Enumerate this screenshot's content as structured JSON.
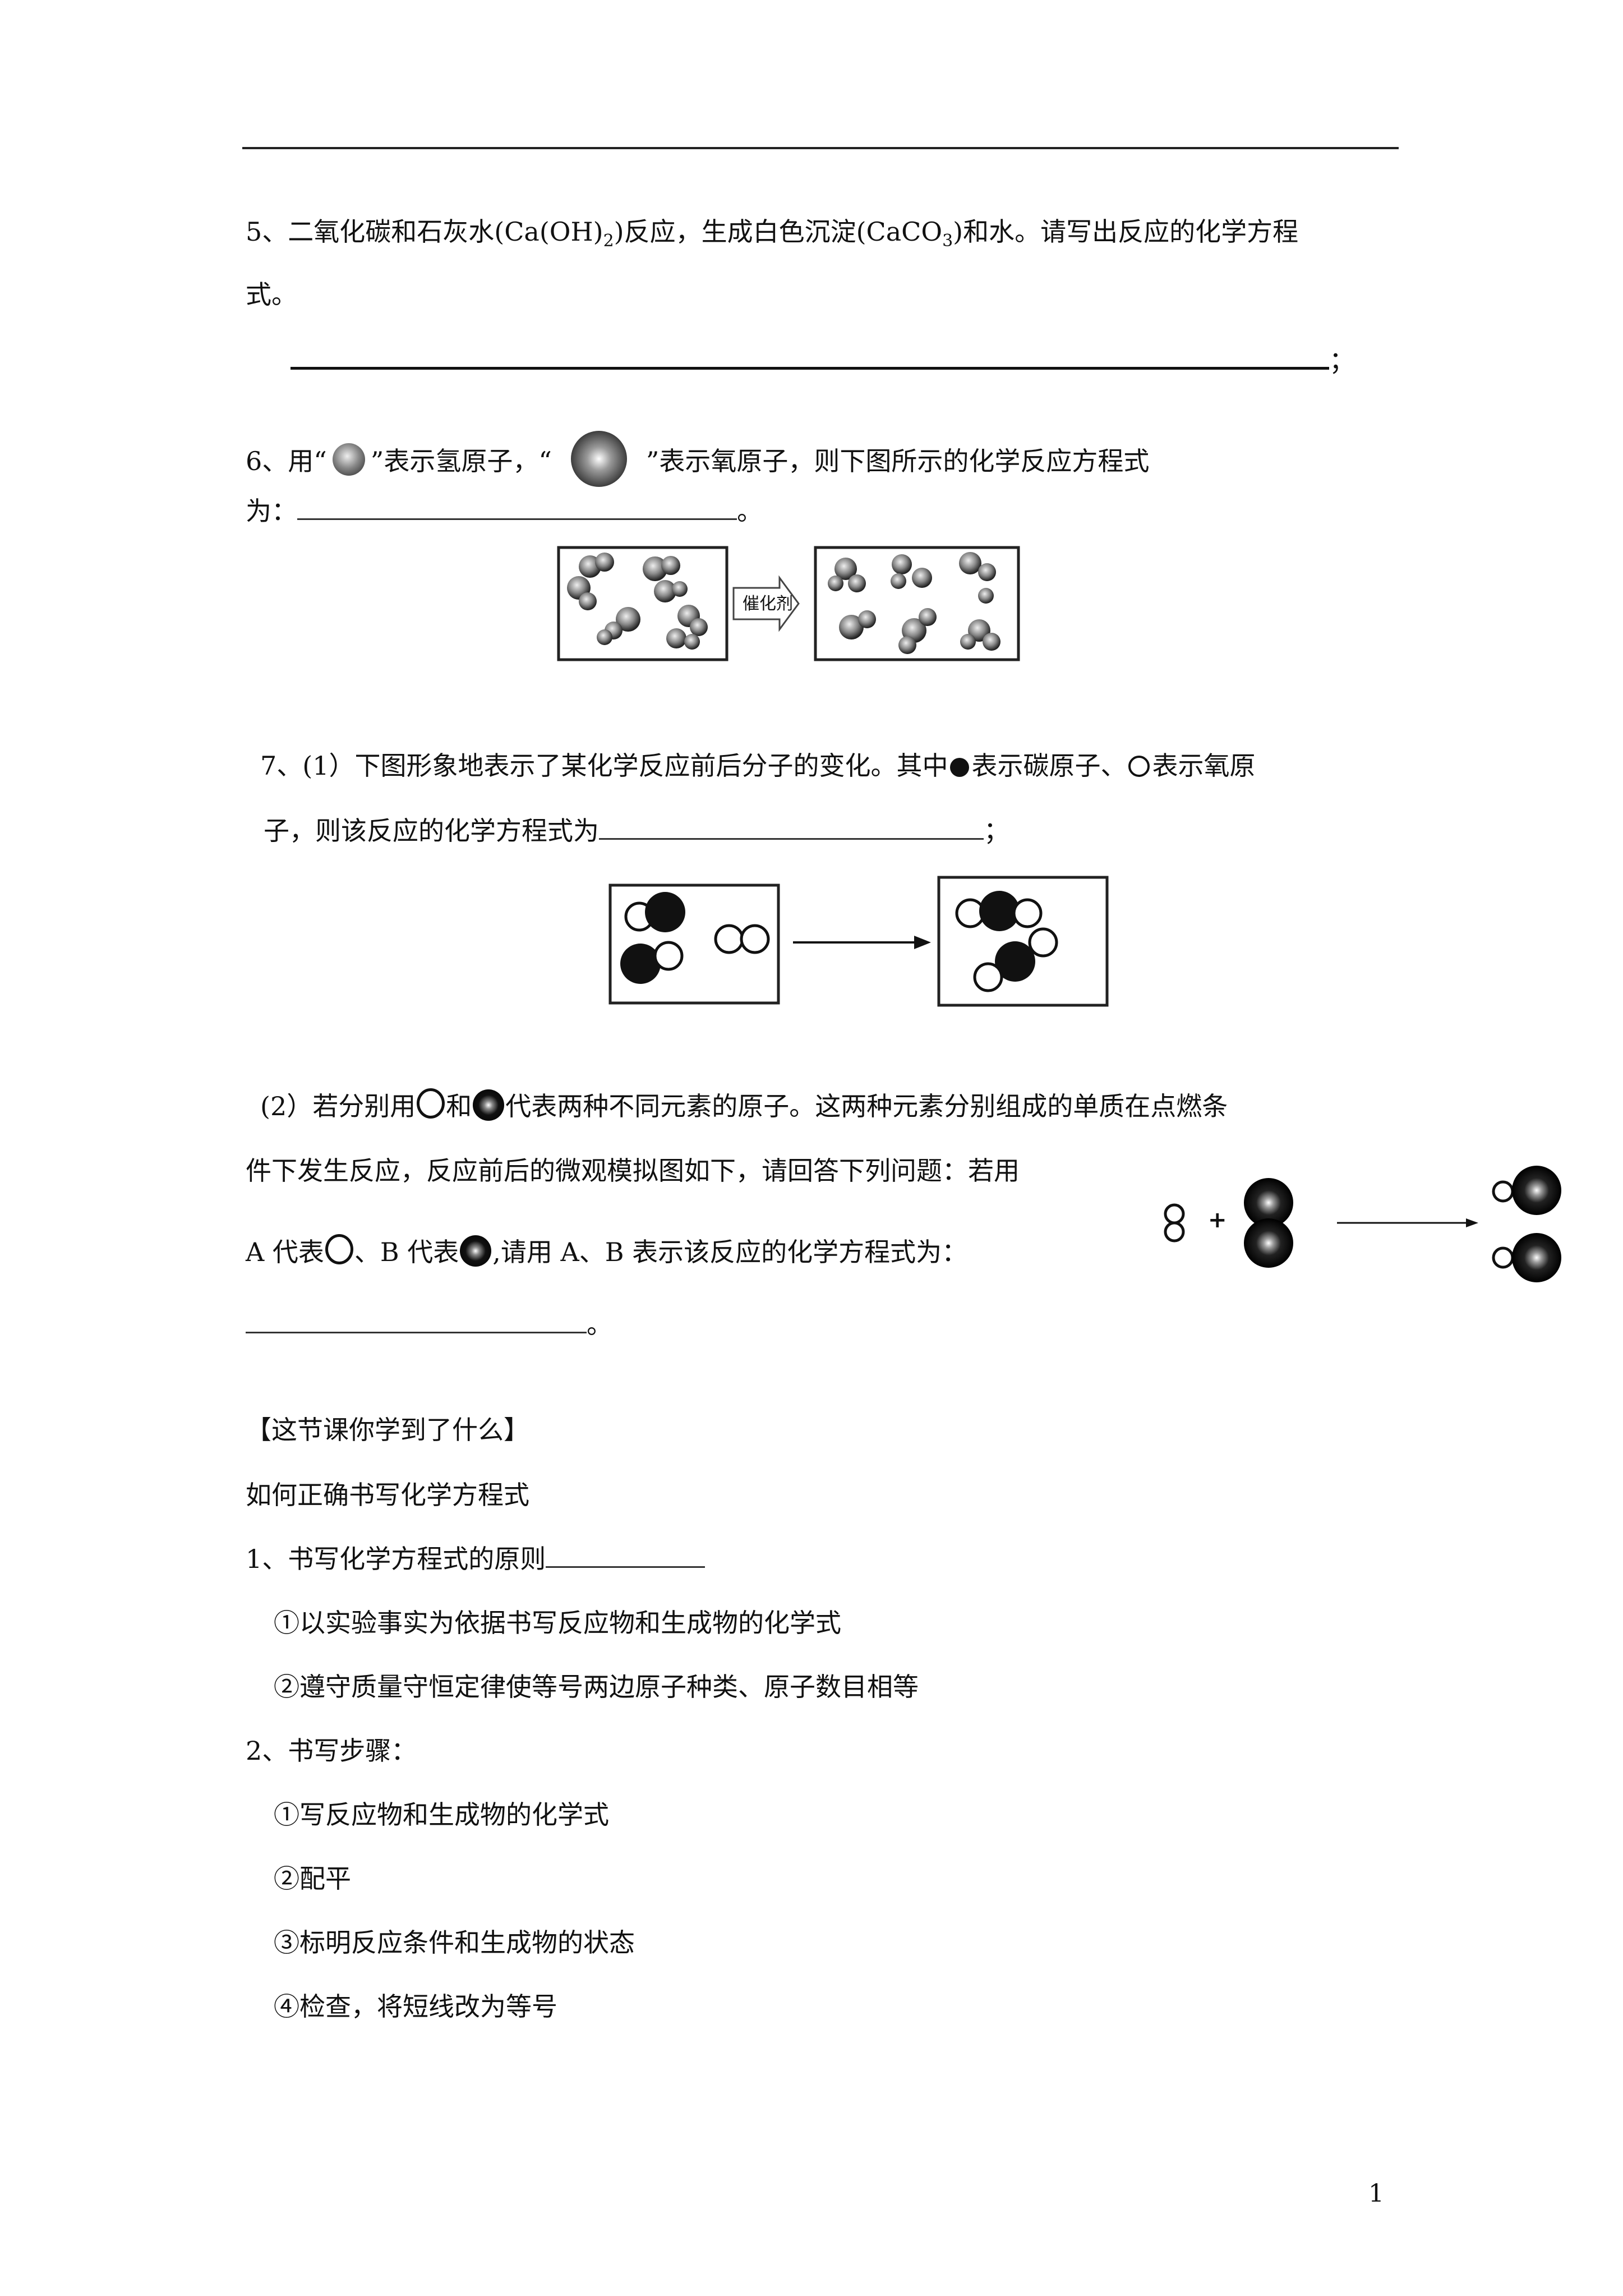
{
  "q5": {
    "line1_a": "5、二氧化碳和石灰水(Ca(OH)",
    "line1_sub": "2",
    "line1_b": ")反应，生成白色沉淀(CaCO",
    "line1_sub2": "3",
    "line1_c": ")和水。请写出反应的化学方程",
    "line2": "式。",
    "end_mark": "；"
  },
  "q6": {
    "line1_a": "6、用“",
    "line1_b": "”表示氢原子，“",
    "line1_c": "”表示氧原子，则下图所示的化学反应方程式",
    "line2_a": "为：",
    "line2_end": "。",
    "catalyst_label": "催化剂"
  },
  "q7_1": {
    "line1_a": "7、(1）下图形象地表示了某化学反应前后分子的变化。其中",
    "line1_b": "表示碳原子、",
    "line1_c": "表示氧原",
    "line2_a": "子，则该反应的化学方程式为",
    "line2_end": "；"
  },
  "q7_2": {
    "line1_a": "(2）若分别用",
    "line1_b": "和",
    "line1_c": "代表两种不同元素的原子。这两种元素分别组成的单质在点燃条",
    "line2": "件下发生反应，反应前后的微观模拟图如下，请回答下列问题：若用",
    "line3_a": "A 代表",
    "line3_b": "、B 代表",
    "line3_c": ",请用 A、B 表示该反应的化学方程式为：",
    "line4_end": "。",
    "plus": "+"
  },
  "summary": {
    "heading": "【这节课你学到了什么】",
    "subtitle": "如何正确书写化学方程式",
    "item1": "1、书写化学方程式的原则",
    "item1_a": "①以实验事实为依据书写反应物和生成物的化学式",
    "item1_b": "②遵守质量守恒定律使等号两边原子种类、原子数目相等",
    "item2": "2、书写步骤：",
    "item2_a": "①写反应物和生成物的化学式",
    "item2_b": "②配平",
    "item2_c": "③标明反应条件和生成物的状态",
    "item2_d": "④检查，将短线改为等号"
  },
  "page_number": "1"
}
